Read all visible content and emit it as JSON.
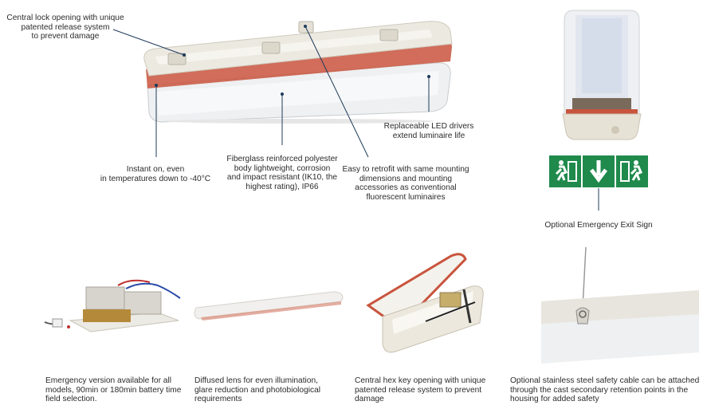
{
  "callouts": {
    "central_lock": [
      "Central lock opening with unique",
      "patented release system",
      "to prevent damage"
    ],
    "led_drivers": [
      "Replaceable LED drivers",
      "extend luminaire life"
    ],
    "instant_on": [
      "Instant on, even",
      "in temperatures down to -40°C"
    ],
    "fiberglass": [
      "Fiberglass reinforced polyester",
      "body lightweight, corrosion",
      "and impact resistant (IK10, the",
      "highest rating), IP66"
    ],
    "retrofit": [
      "Easy to retrofit with same mounting",
      "dimensions and mounting",
      "accessories as conventional",
      "fluorescent luminaires"
    ],
    "exit_sign": [
      "Optional Emergency Exit Sign"
    ]
  },
  "captions": {
    "emergency": [
      "Emergency version available for all",
      "models, 90min or 180min battery time",
      "field selection."
    ],
    "diffused": [
      "Diffused lens for even illumination,",
      "glare reduction and photobiological",
      "requirements"
    ],
    "hex_key": [
      "Central hex key opening with unique",
      "patented release system to prevent",
      "damage"
    ],
    "cable": [
      "Optional stainless steel safety cable can be attached",
      "through the cast  secondary retention points in the",
      "housing for added safety"
    ]
  },
  "colors": {
    "exit_sign_green": "#1f8a4c",
    "gasket_red": "#c9543d",
    "housing": "#e9e6dd",
    "leader_line": "#1f3b5b"
  }
}
